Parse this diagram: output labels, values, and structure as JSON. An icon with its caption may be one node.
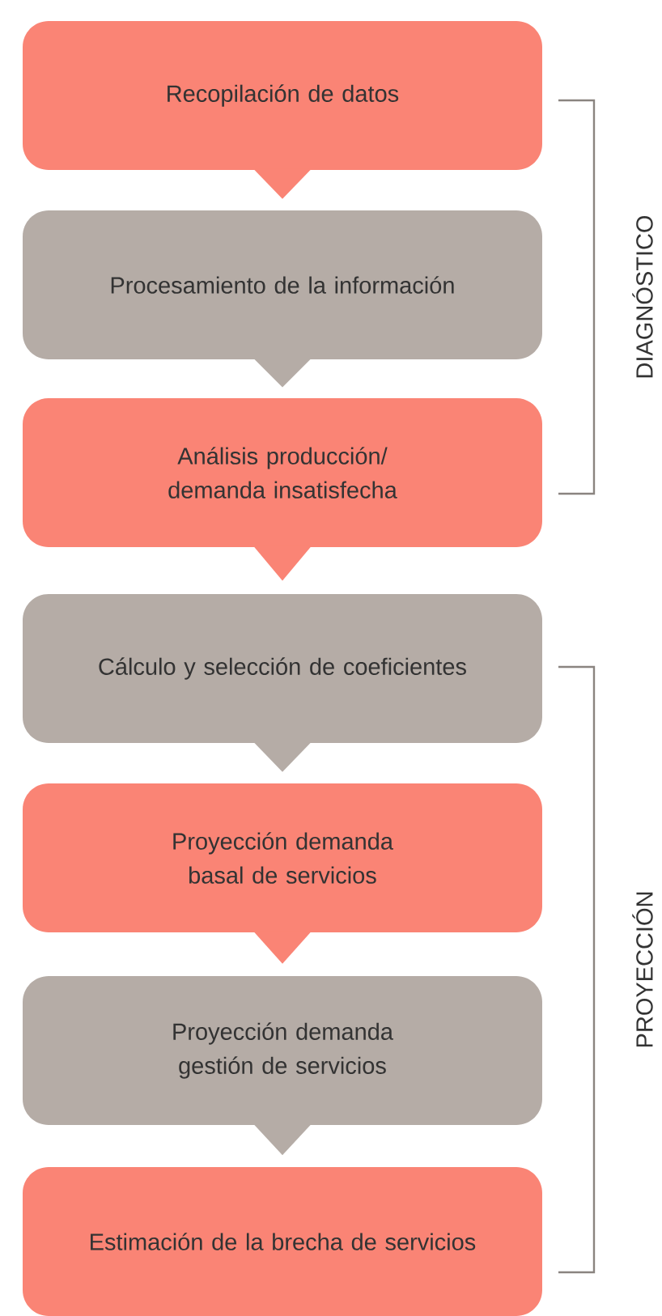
{
  "diagram": {
    "nodes": [
      {
        "text": [
          "Recopilación de datos"
        ]
      },
      {
        "text": [
          "Procesamiento de la información"
        ]
      },
      {
        "text": [
          "Análisis producción/ demanda insatisfecha"
        ]
      },
      {
        "text": [
          "Cálculo y selección de coeficientes"
        ]
      },
      {
        "text": [
          "Proyección demanda basal de servicios"
        ]
      },
      {
        "text": [
          "Proyección demanda gestión de servicios"
        ]
      },
      {
        "text": [
          "Estimación de la brecha de servicios"
        ]
      }
    ],
    "edges": [
      {
        "from": 0,
        "to": 1,
        "arrow": "to"
      },
      {
        "from": 1,
        "to": 2,
        "arrow": "to"
      },
      {
        "from": 2,
        "to": 3,
        "arrow": "to"
      },
      {
        "from": 3,
        "to": 4,
        "arrow": "to"
      },
      {
        "from": 4,
        "to": 5,
        "arrow": "to"
      },
      {
        "from": 5,
        "to": 6,
        "arrow": "to"
      }
    ],
    "labels": [
      "DIAGNÓSTICO",
      "PROYECCIÓN"
    ]
  }
}
